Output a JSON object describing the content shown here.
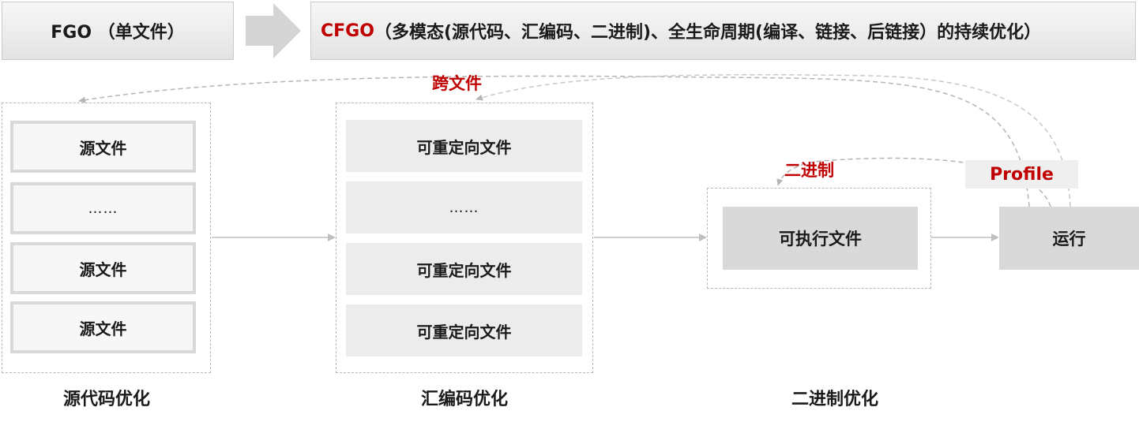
{
  "header": {
    "left_title": "FGO （单文件）",
    "right_prefix": "CFGO",
    "right_text": "（多模态(源代码、汇编码、二进制)、全生命周期(编译、链接、后链接）的持续优化）"
  },
  "source_group": {
    "items": [
      "源文件",
      "……",
      "源文件",
      "源文件"
    ],
    "label": "源代码优化"
  },
  "assembly_group": {
    "items": [
      "可重定向文件",
      "……",
      "可重定向文件",
      "可重定向文件"
    ],
    "label": "汇编码优化"
  },
  "binary_group": {
    "item": "可执行文件",
    "label": "二进制优化"
  },
  "run_box": "运行",
  "feedback": {
    "cross_file": "跨文件",
    "binary": "二进制",
    "profile": "Profile"
  },
  "colors": {
    "accent": "#c00000",
    "arrow_gray": "#bfbfbf",
    "box_gray": "#d9d9d9"
  }
}
